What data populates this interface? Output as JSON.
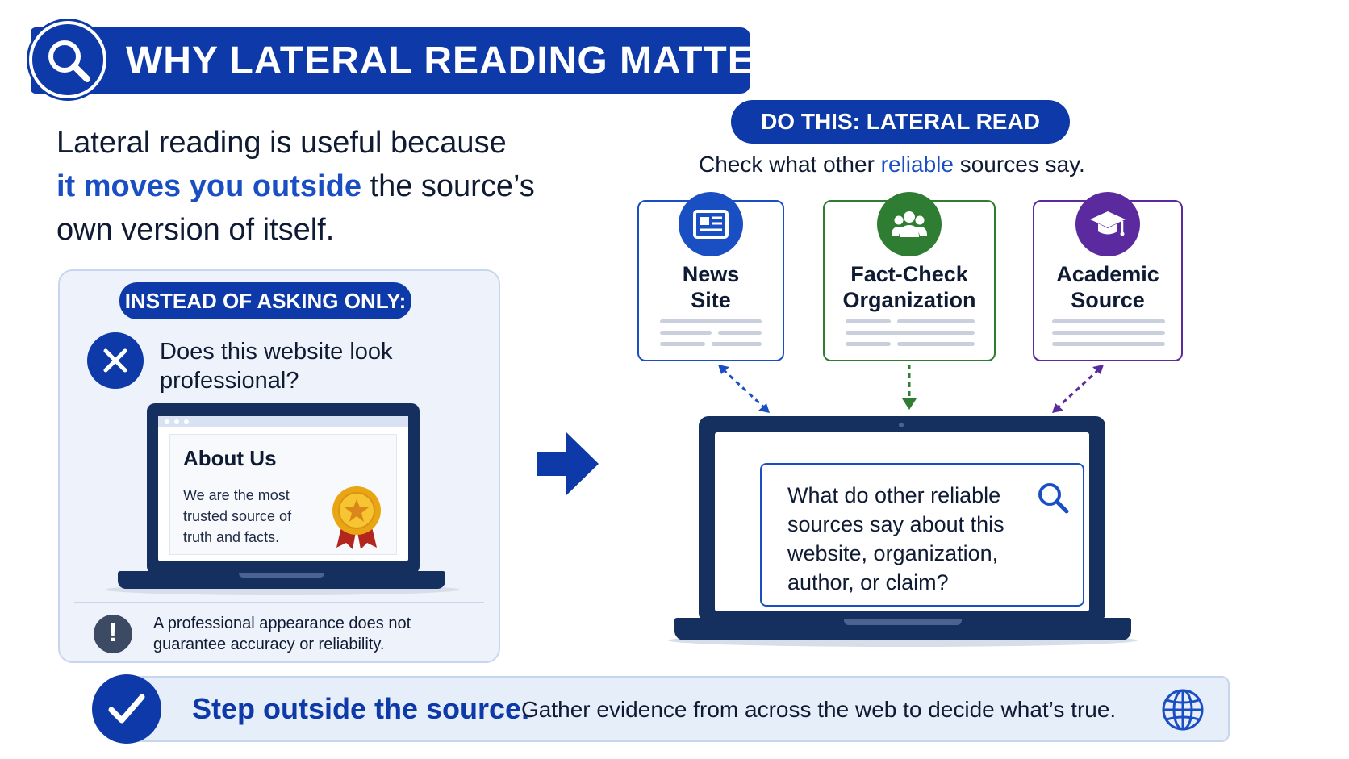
{
  "title": "WHY LATERAL READING MATTERS",
  "intro": {
    "line1": "Lateral reading is useful because",
    "highlight": "it moves you outside",
    "line2_rest": "the source’s",
    "line3": "own version of itself."
  },
  "left_panel": {
    "pill": "INSTEAD OF ASKING ONLY:",
    "question": "Does this website look professional?",
    "about_title": "About Us",
    "about_body": "We are the most trusted source of truth and facts.",
    "warning": "A professional appearance does not guarantee accuracy or reliability."
  },
  "right_panel": {
    "pill": "DO THIS: LATERAL READ",
    "check_prefix": "Check what other",
    "check_highlight": "reliable",
    "check_suffix": "sources say.",
    "sources": [
      {
        "label_line1": "News",
        "label_line2": "Site",
        "color": "#1a4fc4",
        "icon": "newspaper-icon"
      },
      {
        "label_line1": "Fact-Check",
        "label_line2": "Organization",
        "color": "#2e7d32",
        "icon": "people-group-icon"
      },
      {
        "label_line1": "Academic",
        "label_line2": "Source",
        "color": "#5b2a9e",
        "icon": "graduation-cap-icon"
      }
    ],
    "search_text": "What do other reliable sources say about this website, organization, author, or claim?"
  },
  "footer": {
    "strong": "Step outside the source.",
    "text": "Gather evidence from across the web to decide what’s true."
  },
  "colors": {
    "primary": "#0d3aa8",
    "highlight": "#1a4fc4",
    "green": "#2e7d32",
    "purple": "#5b2a9e",
    "panel_bg": "#eef3fb"
  }
}
